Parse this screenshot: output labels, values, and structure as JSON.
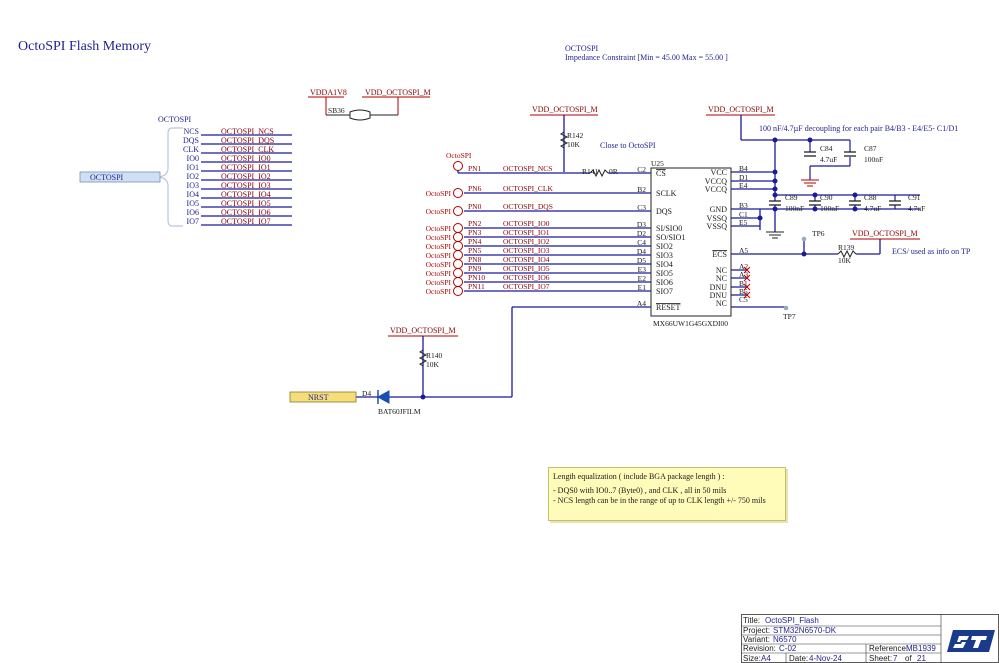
{
  "title": "OctoSPI Flash Memory",
  "impedance": {
    "line1": "OCTOSPI",
    "line2": "Impedance Constraint [Min = 45.00    Max = 55.00    ]"
  },
  "bus": {
    "title": "OCTOSPI",
    "port_label": "OCTOSPI",
    "pins": [
      "NCS",
      "DQS",
      "CLK",
      "IO0",
      "IO1",
      "IO2",
      "IO3",
      "IO4",
      "IO5",
      "IO6",
      "IO7"
    ],
    "nets": [
      "OCTOSPI_NCS",
      "OCTOSPI_DQS",
      "OCTOSPI_CLK",
      "OCTOSPI_IO0",
      "OCTOSPI_IO1",
      "OCTOSPI_IO2",
      "OCTOSPI_IO3",
      "OCTOSPI_IO4",
      "OCTOSPI_IO5",
      "OCTOSPI_IO6",
      "OCTOSPI_IO7"
    ]
  },
  "power": {
    "vdda": "VDDA1V8",
    "vdd": "VDD_OCTOSPI_M",
    "sb": "SB36"
  },
  "components": {
    "r142": {
      "ref": "R142",
      "val": "10K"
    },
    "r141": {
      "ref": "R141",
      "val": "0R"
    },
    "r139": {
      "ref": "R139",
      "val": "10K"
    },
    "r140": {
      "ref": "R140",
      "val": "10K"
    },
    "c84": {
      "ref": "C84",
      "val": "4.7uF"
    },
    "c87": {
      "ref": "C87",
      "val": "100nF"
    },
    "c89": {
      "ref": "C89",
      "val": "100nF"
    },
    "c90": {
      "ref": "C90",
      "val": "100nF"
    },
    "c88": {
      "ref": "C88",
      "val": "4.7uF"
    },
    "c91": {
      "ref": "C91",
      "val": "4.7uF"
    },
    "d4": {
      "ref": "D4",
      "val": "BAT60JFILM"
    },
    "tp6": "TP6",
    "tp7": "TP7",
    "nrst": "NRST"
  },
  "notes": {
    "close": "Close to OctoSPI",
    "decoupling": "100 nF/4.7µF decoupling  for each pair B4/B3 - E4/E5- C1/D1",
    "ecs": "ECS/ used as info on TP"
  },
  "chip": {
    "ref": "U25",
    "part": "MX66UW1G45GXDI00",
    "left_pins": [
      {
        "name": "CS",
        "num": "C2",
        "net": "OCTOSPI_NCS",
        "pn": "PN1"
      },
      {
        "name": "SCLK",
        "num": "B2",
        "net": "OCTOSPI_CLK",
        "pn": "PN6"
      },
      {
        "name": "DQS",
        "num": "C3",
        "net": "OCTOSPI_DQS",
        "pn": "PN0"
      },
      {
        "name": "SI/SIO0",
        "num": "D3",
        "net": "OCTOSPI_IO0",
        "pn": "PN2"
      },
      {
        "name": "SO/SIO1",
        "num": "D2",
        "net": "OCTOSPI_IO1",
        "pn": "PN3"
      },
      {
        "name": "SIO2",
        "num": "C4",
        "net": "OCTOSPI_IO2",
        "pn": "PN4"
      },
      {
        "name": "SIO3",
        "num": "D4",
        "net": "OCTOSPI_IO3",
        "pn": "PN5"
      },
      {
        "name": "SIO4",
        "num": "D5",
        "net": "OCTOSPI_IO4",
        "pn": "PN8"
      },
      {
        "name": "SIO5",
        "num": "E3",
        "net": "OCTOSPI_IO5",
        "pn": "PN9"
      },
      {
        "name": "SIO6",
        "num": "E2",
        "net": "OCTOSPI_IO6",
        "pn": "PN10"
      },
      {
        "name": "SIO7",
        "num": "E1",
        "net": "OCTOSPI_IO7",
        "pn": "PN11"
      },
      {
        "name": "RESET",
        "num": "A4"
      }
    ],
    "right_pins": [
      {
        "name": "VCC",
        "num": "B4"
      },
      {
        "name": "VCCQ",
        "num": "D1"
      },
      {
        "name": "VCCQ",
        "num": "E4"
      },
      {
        "name": "GND",
        "num": "B3"
      },
      {
        "name": "VSSQ",
        "num": "C1"
      },
      {
        "name": "VSSQ",
        "num": "E5"
      },
      {
        "name": "ECS",
        "num": "A5"
      },
      {
        "name": "NC",
        "num": "A2"
      },
      {
        "name": "NC",
        "num": "A3"
      },
      {
        "name": "DNU",
        "num": "B1"
      },
      {
        "name": "DNU",
        "num": "B5"
      },
      {
        "name": "NC",
        "num": "C5"
      }
    ],
    "port_tag": "OctoSPI"
  },
  "length_note": {
    "line1": "Length equalization ( include BGA package length ) :",
    "line2": "- DQS0 with IO0..7 (Byte0) , and CLK , all in 50 mils",
    "line3": "- NCS length can be in the range of up to CLK length +/-  750 mils"
  },
  "title_block": {
    "title_label": "Title:",
    "title_value": "OctoSPI_Flash",
    "project_label": "Project:",
    "project_value": "STM32N6570-DK",
    "variant_label": "Variant:",
    "variant_value": "N6570",
    "revision_label": "Revision:",
    "revision_value": "C-02",
    "reference_label": "Reference:",
    "reference_value": "MB1939",
    "size_label": "Size:",
    "size_value": "A4",
    "date_label": "Date:",
    "date_value": "4-Nov-24",
    "sheet_label": "Sheet:",
    "sheet_value": "7",
    "sheet_of": "of",
    "sheet_total": "21"
  }
}
